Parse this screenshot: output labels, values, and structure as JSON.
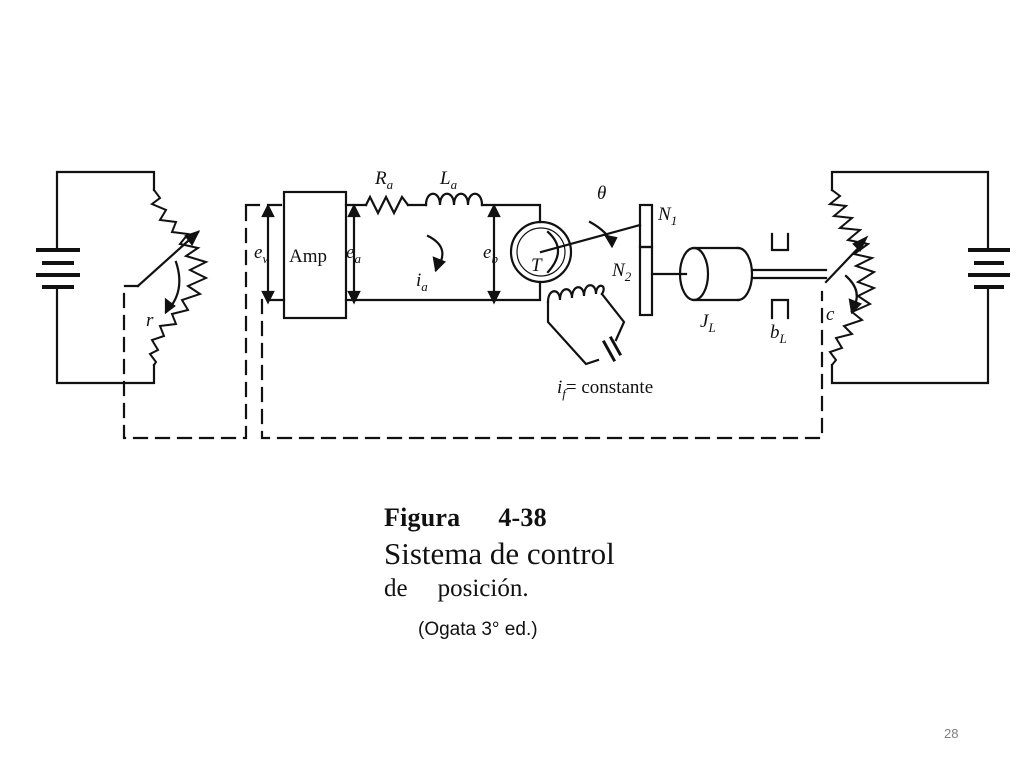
{
  "figure": {
    "title_word": "Figura",
    "title_number": "4-38",
    "caption_line1": "Sistema de control",
    "caption_line2_a": "de",
    "caption_line2_b": "posición.",
    "source": "(Ogata 3° ed.)"
  },
  "diagram": {
    "amplifier_label": "Amp",
    "motor_label": "T",
    "field_current_text": "= constante",
    "labels": {
      "ev": "e",
      "ev_sub": "v",
      "ea": "e",
      "ea_sub": "a",
      "eb": "e",
      "eb_sub": "b",
      "Ra": "R",
      "Ra_sub": "a",
      "La": "L",
      "La_sub": "a",
      "ia": "i",
      "ia_sub": "a",
      "if": "i",
      "if_sub": "f",
      "theta": "θ",
      "N1": "N",
      "N1_sub": "1",
      "N2": "N",
      "N2_sub": "2",
      "JL": "J",
      "JL_sub": "L",
      "bL": "b",
      "bL_sub": "L",
      "r": "r",
      "c": "c"
    }
  },
  "page_number": "28"
}
